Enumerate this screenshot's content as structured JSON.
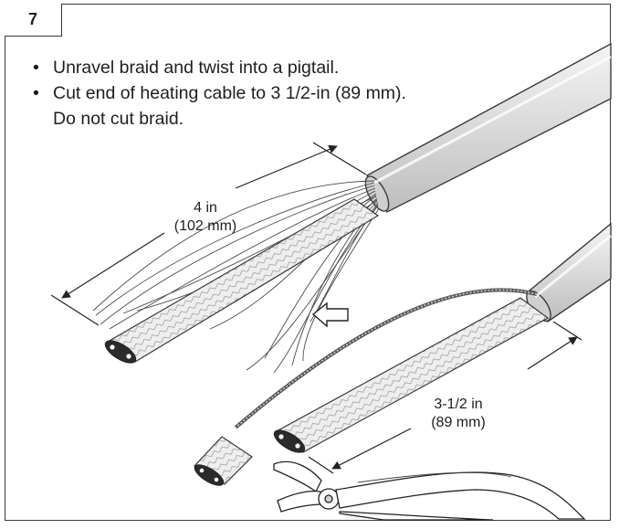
{
  "step": {
    "number": "7"
  },
  "instructions": {
    "items": [
      {
        "text": "Unravel braid and twist into a pigtail."
      },
      {
        "line1": "Cut end of heating cable to 3 1/2-in (89 mm).",
        "line2": "Do not cut braid."
      }
    ]
  },
  "dimensions": {
    "braid_length": {
      "line1": "4 in",
      "line2": "(102 mm)"
    },
    "cut_length": {
      "line1": "3-1/2 in",
      "line2": "(89 mm)"
    }
  },
  "colors": {
    "outline": "#3a3a3a",
    "jacket": "#d9d9d9",
    "jacket_highlight": "#f2f2f2",
    "braid": "#e6e6e6",
    "wire": "#4a4a4a"
  },
  "icons": [
    "direction-arrow-icon",
    "wire-cutter-icon"
  ]
}
